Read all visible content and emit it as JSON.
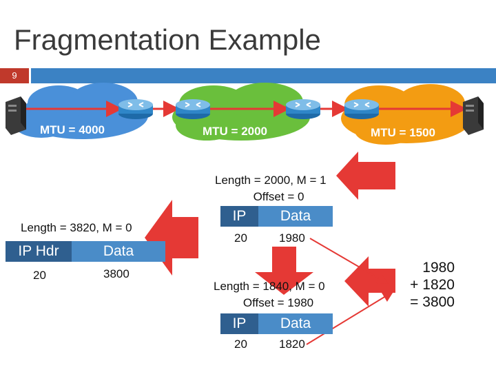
{
  "slide": {
    "title": "Fragmentation Example",
    "number": "9"
  },
  "colors": {
    "accent_bar": "#3b82c4",
    "slide_num_bg": "#c0392b",
    "arrow_red": "#e53935",
    "cloud_blue": "#4a90d9",
    "cloud_green": "#6abf3c",
    "cloud_orange": "#f39c12"
  },
  "networks": [
    {
      "label": "MTU = 4000"
    },
    {
      "label": "MTU = 2000"
    },
    {
      "label": "MTU = 1500"
    }
  ],
  "original": {
    "header": "Length = 3820, M = 0",
    "ip_label": "IP Hdr",
    "data_label": "Data",
    "ip_size": "20",
    "data_size": "3800"
  },
  "fragment1": {
    "line1": "Length = 2000, M = 1",
    "line2": "Offset = 0",
    "ip_label": "IP",
    "data_label": "Data",
    "ip_size": "20",
    "data_size": "1980"
  },
  "fragment2": {
    "line1": "Length = 1840, M = 0",
    "line2": "Offset = 1980",
    "ip_label": "IP",
    "data_label": "Data",
    "ip_size": "20",
    "data_size": "1820"
  },
  "sum": {
    "line1": "1980",
    "line2": "+ 1820",
    "line3": "= 3800"
  }
}
